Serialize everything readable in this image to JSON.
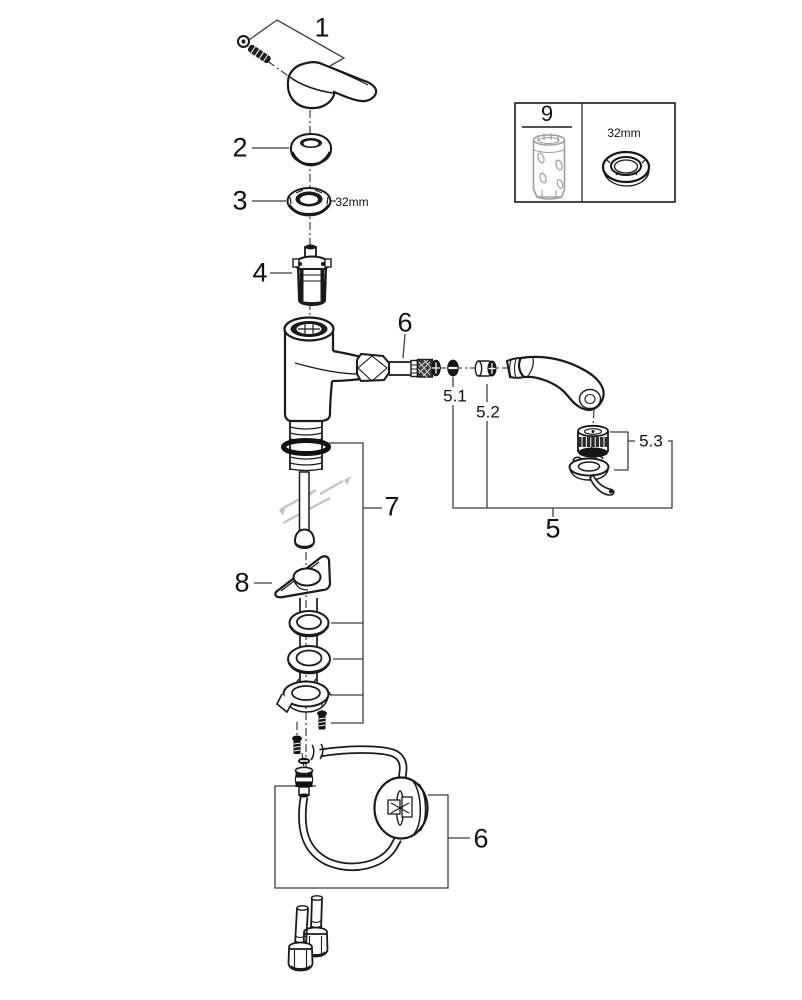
{
  "diagram": {
    "kind": "exploded parts diagram",
    "background": "#ffffff"
  },
  "labels": {
    "part1": "1",
    "part2": "2",
    "part3": "3",
    "part3_size": "32mm",
    "part4": "4",
    "part5": "5",
    "part5_1": "5.1",
    "part5_2": "5.2",
    "part5_3": "5.3",
    "part6_spout": "6",
    "part6_hose": "6",
    "part7": "7",
    "part8": "8",
    "part9": "9",
    "part9_size": "32mm"
  },
  "colors": {
    "line": "#1a1a1a",
    "leader": "#3f3f3f",
    "dark_fill": "#161616",
    "gray_part": "#9e9e9e",
    "sketch_gray": "#c2c2c2"
  }
}
